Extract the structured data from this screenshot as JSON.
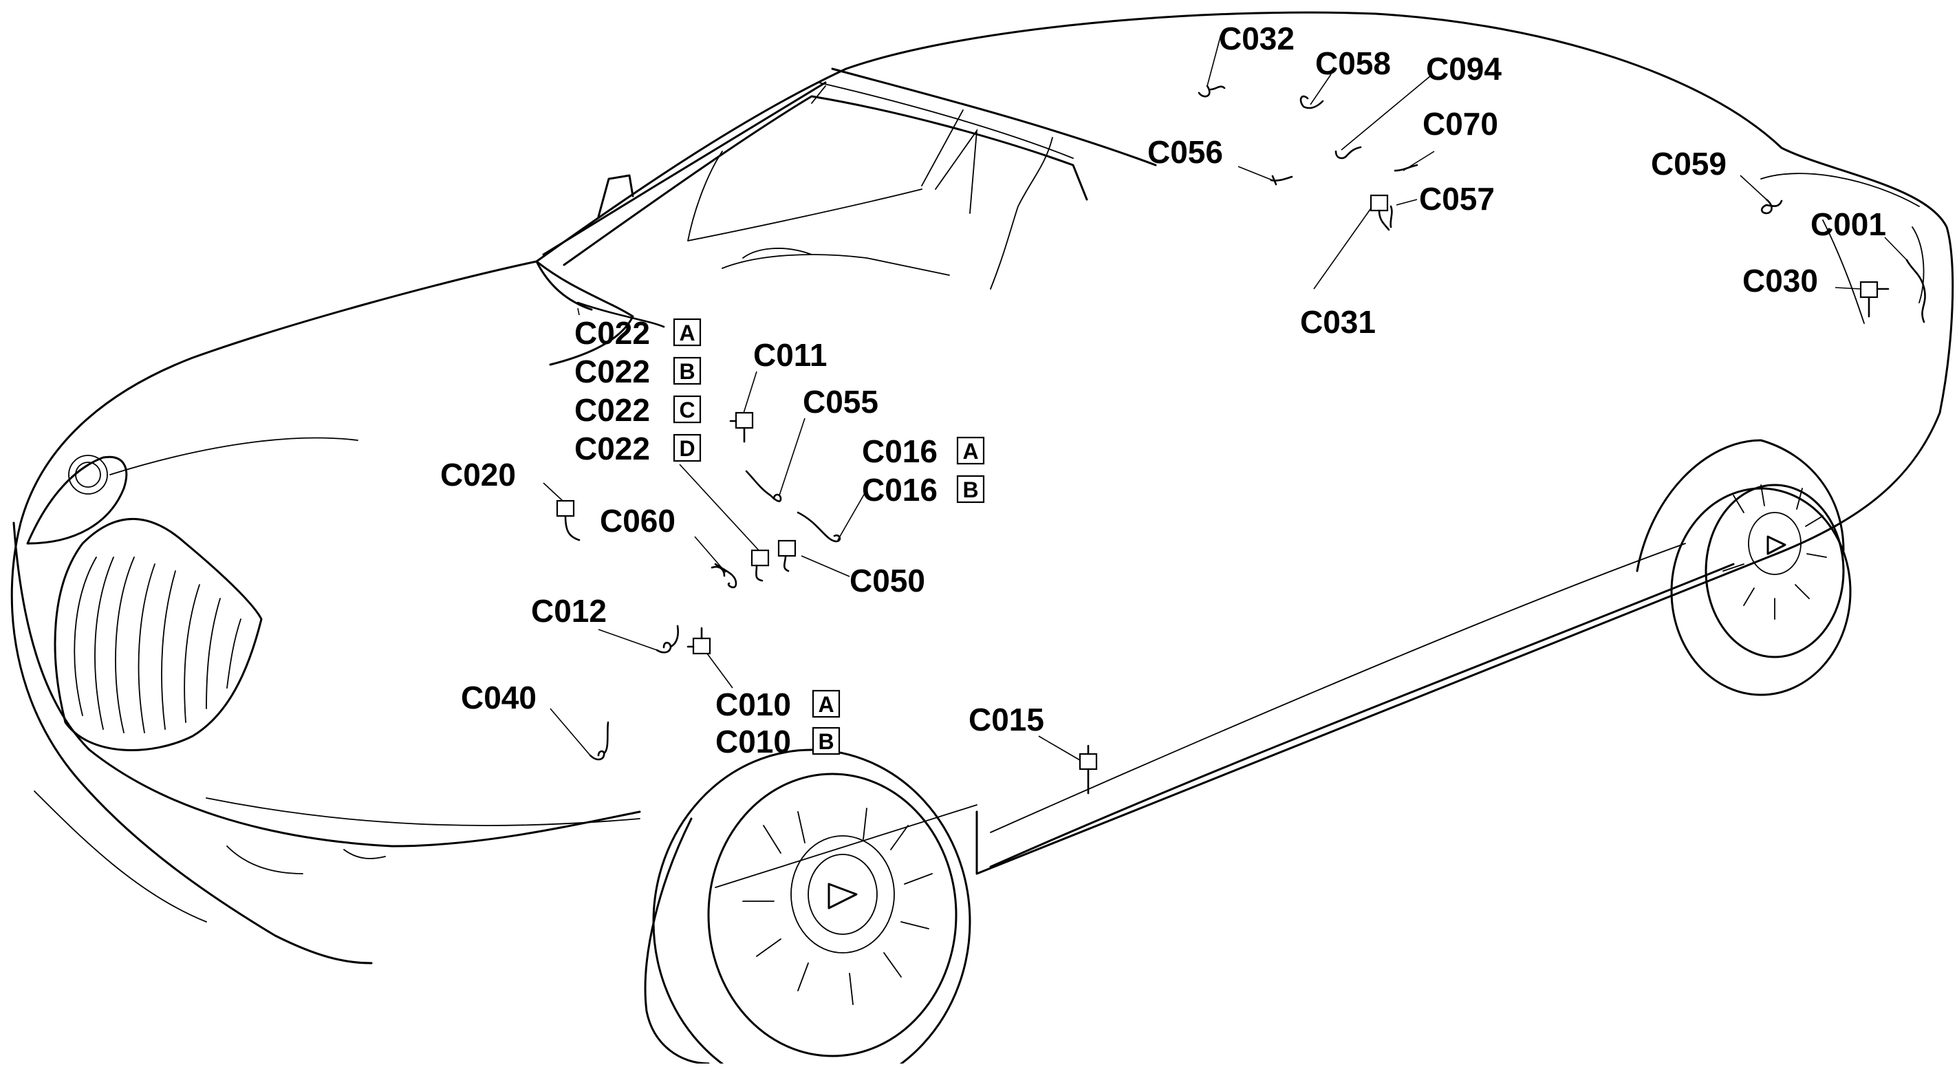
{
  "labels": {
    "c032": "C032",
    "c058": "C058",
    "c094": "C094",
    "c070": "C070",
    "c056": "C056",
    "c057": "C057",
    "c031": "C031",
    "c059": "C059",
    "c001": "C001",
    "c030": "C030",
    "c022a": "C022",
    "c022b": "C022",
    "c022c": "C022",
    "c022d": "C022",
    "c011": "C011",
    "c055": "C055",
    "c016a": "C016",
    "c016b": "C016",
    "c020": "C020",
    "c060": "C060",
    "c050": "C050",
    "c012": "C012",
    "c010a": "C010",
    "c010b": "C010",
    "c040": "C040",
    "c015": "C015"
  },
  "suffixes": {
    "a": "A",
    "b": "B",
    "c": "C",
    "d": "D"
  }
}
